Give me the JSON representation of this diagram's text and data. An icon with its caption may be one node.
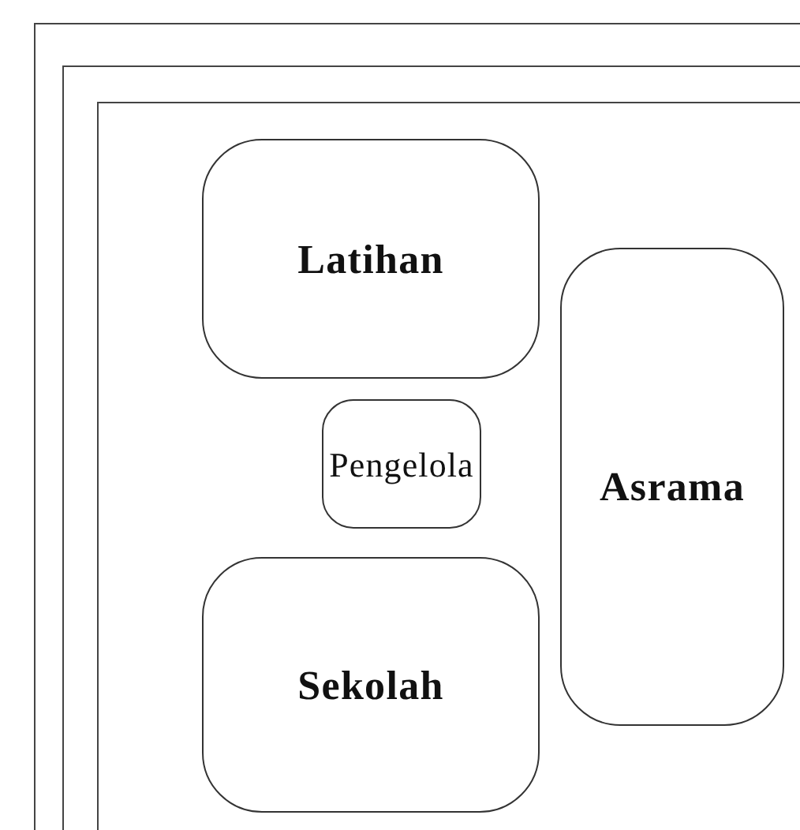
{
  "diagram": {
    "nodes": [
      {
        "text": [
          "Latihan"
        ]
      },
      {
        "text": [
          "Pengelola"
        ]
      },
      {
        "text": [
          "Asrama"
        ]
      },
      {
        "text": [
          "Sekolah"
        ]
      }
    ]
  }
}
